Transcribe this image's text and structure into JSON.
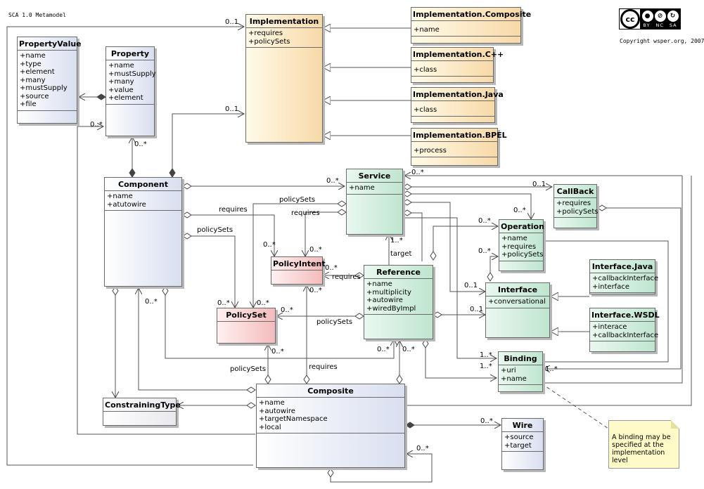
{
  "title": "SCA 1.0 Metamodel",
  "copyright": "Copyright wsper.org, 2007",
  "license": {
    "logo": "cc",
    "badges": [
      "BY",
      "NC",
      "SA"
    ],
    "icons": [
      "person-icon",
      "no-dollar-icon",
      "share-alike-icon"
    ]
  },
  "classes": {
    "propertyvalue": {
      "name": "PropertyValue",
      "attrs": [
        "+name",
        "+type",
        "+element",
        "+many",
        "+mustSupply",
        "+source",
        "+file"
      ]
    },
    "property": {
      "name": "Property",
      "attrs": [
        "+name",
        "+mustSupply",
        "+many",
        "+value",
        "+element"
      ]
    },
    "implementation": {
      "name": "Implementation",
      "attrs": [
        "+requires",
        "+policySets"
      ]
    },
    "impl_composite": {
      "name": "Implementation.Composite",
      "attrs": [
        "+name"
      ]
    },
    "impl_cpp": {
      "name": "Implementation.C++",
      "attrs": [
        "+class"
      ]
    },
    "impl_java": {
      "name": "Implementation.Java",
      "attrs": [
        "+class"
      ]
    },
    "impl_bpel": {
      "name": "Implementation.BPEL",
      "attrs": [
        "+process"
      ]
    },
    "component": {
      "name": "Component",
      "attrs": [
        "+name",
        "+atutowire"
      ]
    },
    "service": {
      "name": "Service",
      "attrs": [
        "+name"
      ]
    },
    "callback": {
      "name": "CallBack",
      "attrs": [
        "+requires",
        "+policySets"
      ]
    },
    "operation": {
      "name": "Operation",
      "attrs": [
        "+name",
        "+requires",
        "+policySets"
      ]
    },
    "policyintent": {
      "name": "PolicyIntent",
      "attrs": []
    },
    "reference": {
      "name": "Reference",
      "attrs": [
        "+name",
        "+multiplicity",
        "+autowire",
        "+wiredByImpl"
      ]
    },
    "interface_java": {
      "name": "Interface.Java",
      "attrs": [
        "+callbackInterface",
        "+interface"
      ]
    },
    "interface": {
      "name": "Interface",
      "attrs": [
        "+conversational"
      ]
    },
    "interface_wsdl": {
      "name": "Interface.WSDL",
      "attrs": [
        "+interace",
        "+callbackInterface"
      ]
    },
    "policyset": {
      "name": "PolicySet",
      "attrs": []
    },
    "binding": {
      "name": "Binding",
      "attrs": [
        "+uri",
        "+name"
      ]
    },
    "constrainingtype": {
      "name": "ConstrainingType",
      "attrs": []
    },
    "composite": {
      "name": "Composite",
      "attrs": [
        "+name",
        "+autowire",
        "+targetNamespace",
        "+local"
      ]
    },
    "wire": {
      "name": "Wire",
      "attrs": [
        "+source",
        "+target"
      ]
    }
  },
  "note": "A binding may be specified at the implementation level",
  "labels": {
    "m_impl_top": "0..1",
    "m_impl_comp": "0..1",
    "m_prop_pv": "0..*",
    "m_comp_prop": "0..*",
    "m_comp_service": "0..*",
    "m_service_refback": "0..*",
    "m_service_callback": "0..1",
    "m_service_operation_a": "0..*",
    "m_service_operation_b": "0..*",
    "m_operation_ref": "0..*",
    "m_ref_service": "1..*",
    "target": "target",
    "requires_comp": "requires",
    "policysets_comp": "policySets",
    "m_comp_pi": "0..*",
    "m_comp_ps": "0..*",
    "policysets_service": "policySets",
    "requires_service": "requires",
    "m_service_pi": "0..*",
    "m_ref_pi": "0..*",
    "requires_ref": "requires",
    "m_ref_ps": "0..*",
    "policysets_ref": "policySets",
    "m_ref_interface": "0..1",
    "m_ref_interface_b": "0..1",
    "m_comp_ref": "0..*",
    "m_pi_bottom": "0..*",
    "m_ps_comp": "0..*",
    "m_ps_2": "0..*",
    "policysets_composite": "policySets",
    "requires_composite": "requires",
    "m_ref_comp_a": "0..*",
    "m_ref_comp_b": "0..*",
    "m_binding_a": "1..*",
    "m_binding_b": "1..*",
    "m_binding_c": "1..*",
    "m_wire": "0..*",
    "m_self": "0..*"
  }
}
